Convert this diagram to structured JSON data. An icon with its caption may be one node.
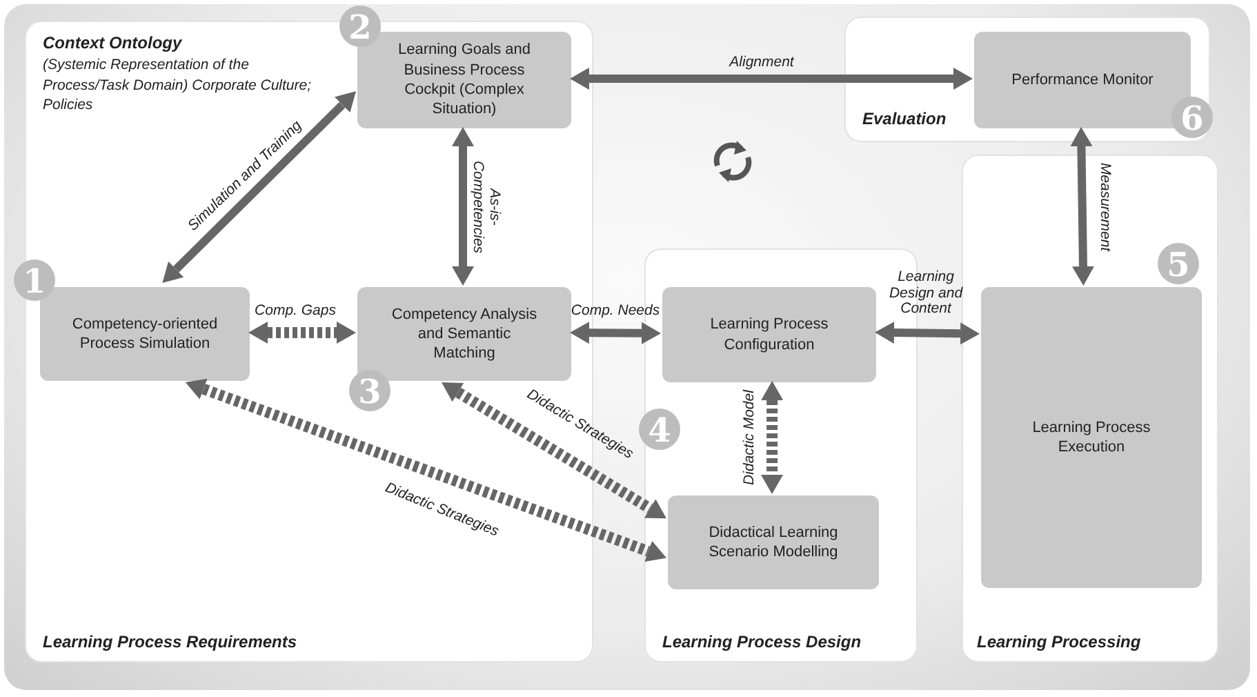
{
  "diagram": {
    "nodes": [
      {
        "text": [
          "Context Ontology",
          "(Systemic Representation of the Process/Task Domain) Corporate Culture; Policies",
          "Learning Process Requirements"
        ]
      },
      {
        "text": [
          "Learning Goals and Business Process Cockpit (Complex Situation)"
        ],
        "in": 0,
        "beside": [
          "2"
        ]
      },
      {
        "text": [
          "Evaluation"
        ]
      },
      {
        "text": [
          "Performance Monitor"
        ],
        "in": 2,
        "beside": [
          "6"
        ]
      },
      {
        "text": [
          "Competency-oriented Process Simulation"
        ],
        "in": 0,
        "beside": [
          "1"
        ]
      },
      {
        "text": [
          "Competency Analysis and Semantic Matching"
        ],
        "in": 0,
        "beside": [
          "3"
        ]
      },
      {
        "text": [
          "Learning Process Design"
        ]
      },
      {
        "text": [
          "Learning Process Configuration"
        ],
        "in": 6,
        "beside": [
          "4"
        ]
      },
      {
        "text": [
          "Learning Processing"
        ]
      },
      {
        "text": [
          "Learning Process Execution"
        ],
        "in": 8,
        "beside": [
          "5"
        ]
      },
      {
        "text": [
          "Didactical Learning Scenario Modelling"
        ],
        "in": 6
      }
    ],
    "edges": [
      {
        "from": 1,
        "to": 4,
        "arrow": "both",
        "label": "Simulation and Training"
      },
      {
        "from": 1,
        "to": 3,
        "arrow": "both",
        "label": "Alignment"
      },
      {
        "from": 1,
        "to": 5,
        "arrow": "both",
        "label": "As-is-Competencies"
      },
      {
        "from": 4,
        "to": 5,
        "arrow": "both",
        "label": "Comp. Gaps",
        "style": "dashed"
      },
      {
        "from": 5,
        "to": 7,
        "arrow": "both",
        "label": "Comp. Needs"
      },
      {
        "from": 7,
        "to": 9,
        "arrow": "both",
        "label": "Learning Design and Content"
      },
      {
        "from": 3,
        "to": 9,
        "arrow": "both",
        "label": "Measurement"
      },
      {
        "from": 7,
        "to": 10,
        "arrow": "both",
        "label": "Didactic Model",
        "style": "dashed"
      },
      {
        "from": 5,
        "to": 10,
        "arrow": "both",
        "label": "Didactic Strategies",
        "style": "dashed"
      },
      {
        "from": 4,
        "to": 10,
        "arrow": "both",
        "label": "Didactic Strategies",
        "style": "dashed"
      }
    ]
  }
}
